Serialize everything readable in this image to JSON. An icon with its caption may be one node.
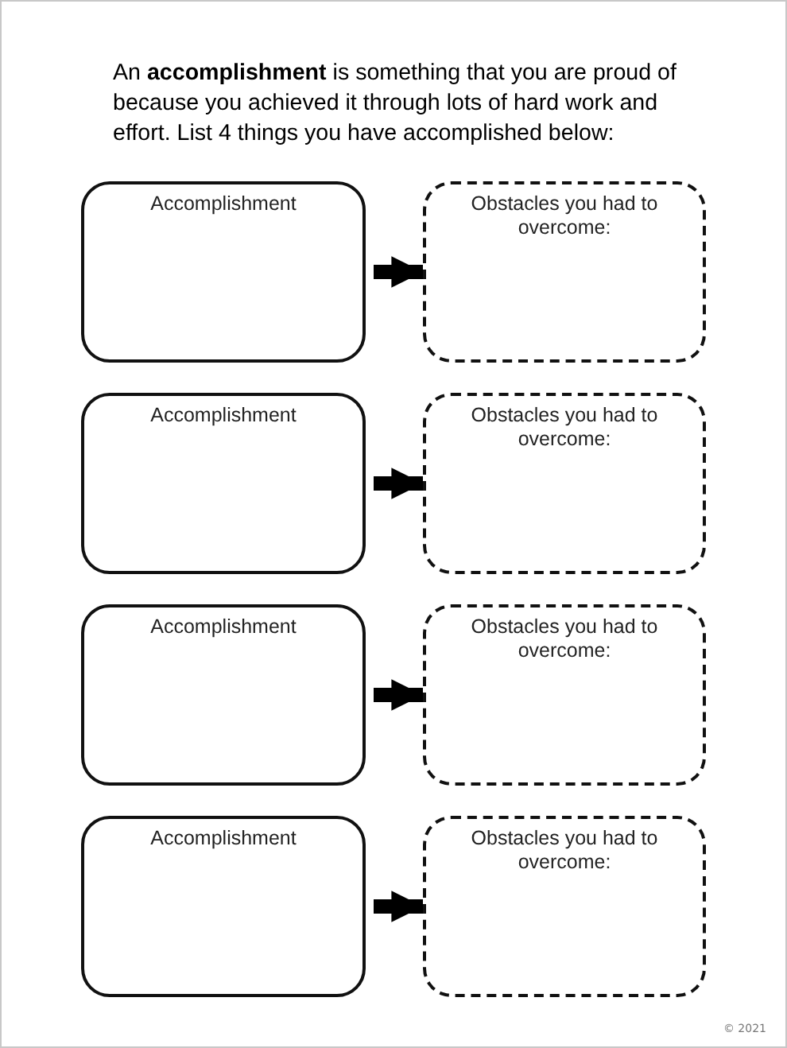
{
  "diagram": {
    "title": "An **accomplishment** is something that you are proud of because you achieved it through lots of hard work and effort.  List 4 things you have accomplished below:",
    "nodes": [
      {
        "text": [
          "Accomplishment"
        ]
      },
      {
        "text": [
          "Obstacles you had to overcome:"
        ]
      },
      {
        "text": [
          "Accomplishment"
        ]
      },
      {
        "text": [
          "Obstacles you had to overcome:"
        ]
      },
      {
        "text": [
          "Accomplishment"
        ]
      },
      {
        "text": [
          "Obstacles you had to overcome:"
        ]
      },
      {
        "text": [
          "Accomplishment"
        ]
      },
      {
        "text": [
          "Obstacles you had to overcome:"
        ]
      }
    ],
    "edges": [
      {
        "from": 0,
        "to": 1,
        "arrow": "to"
      },
      {
        "from": 2,
        "to": 3,
        "arrow": "to"
      },
      {
        "from": 4,
        "to": 5,
        "arrow": "to"
      },
      {
        "from": 6,
        "to": 7,
        "arrow": "to"
      }
    ],
    "labels": [
      "© 2021"
    ]
  }
}
